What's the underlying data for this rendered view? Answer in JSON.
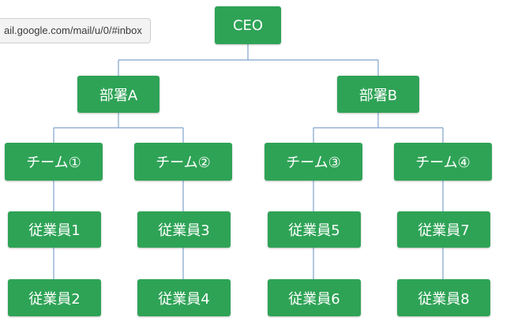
{
  "browser": {
    "status_url": "ail.google.com/mail/u/0/#inbox"
  },
  "colors": {
    "node_fill": "#2ea356",
    "node_text": "#ffffff",
    "connector": "#7fa3cc"
  },
  "org_chart": {
    "ceo": "CEO",
    "departments": [
      {
        "name": "部署A",
        "teams": [
          {
            "name": "チーム①",
            "employees": [
              "従業員1",
              "従業員2"
            ]
          },
          {
            "name": "チーム②",
            "employees": [
              "従業員3",
              "従業員4"
            ]
          }
        ]
      },
      {
        "name": "部署B",
        "teams": [
          {
            "name": "チーム③",
            "employees": [
              "従業員5",
              "従業員6"
            ]
          },
          {
            "name": "チーム④",
            "employees": [
              "従業員7",
              "従業員8"
            ]
          }
        ]
      }
    ]
  }
}
